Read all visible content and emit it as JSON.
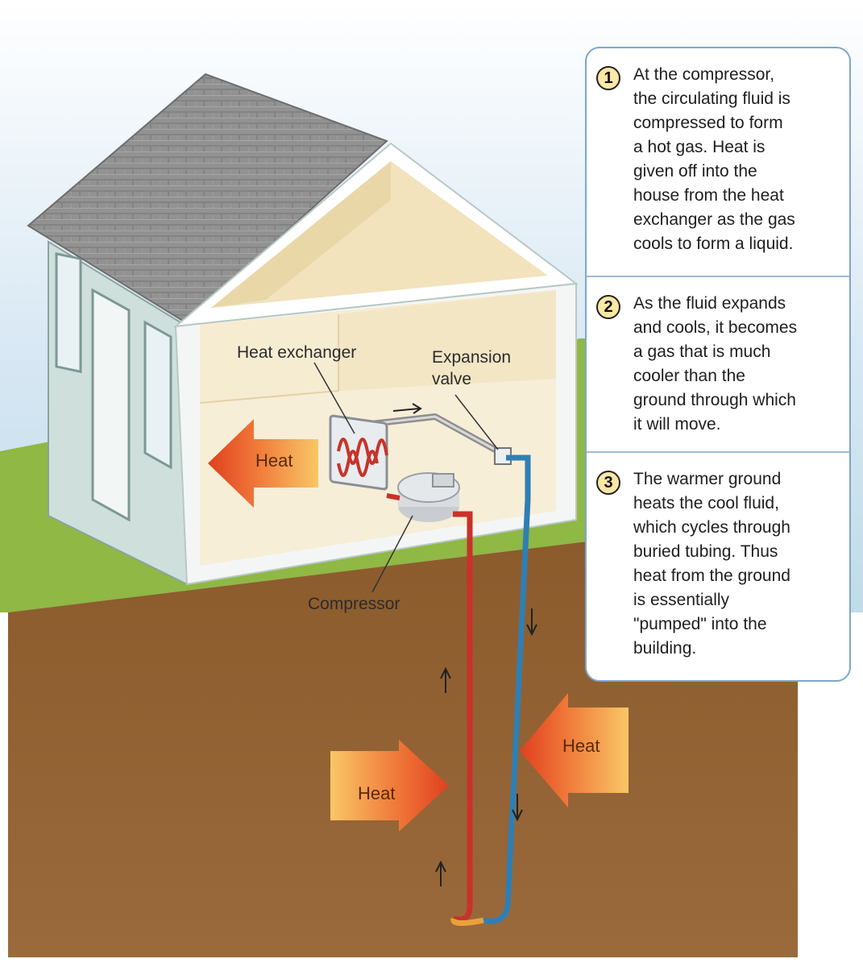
{
  "labels": {
    "heat_exchanger": "Heat exchanger",
    "expansion_valve": [
      "Expansion",
      "valve"
    ],
    "compressor": "Compressor",
    "heat": "Heat"
  },
  "steps": [
    {
      "number": "1",
      "lines": [
        "At the compressor,",
        "the circulating fluid is",
        "compressed to form",
        "a hot gas. Heat is",
        "given off into the",
        "house from the heat",
        "exchanger as the gas",
        "cools to form a liquid."
      ]
    },
    {
      "number": "2",
      "lines": [
        "As the fluid expands",
        "and cools, it becomes",
        "a gas that is much",
        "cooler than the",
        "ground through which",
        "it will move."
      ]
    },
    {
      "number": "3",
      "lines": [
        "The warmer ground",
        "heats the cool fluid,",
        "which cycles through",
        "buried tubing. Thus",
        "heat from the ground",
        "is essentially",
        "\"pumped\" into the",
        "building."
      ]
    }
  ],
  "colors": {
    "sky": "#cfe3f2",
    "grass": "#8fb845",
    "soil": "#8b5a2b",
    "roof": "#8e8e8e",
    "wall": "#cfe0dc",
    "interior": "#f6ecd2",
    "hot_pipe": "#c8322a",
    "cold_pipe": "#2f7fb3",
    "heat_arrow": "#e8502a",
    "panel_border": "#7fa6cc",
    "badge": "#fbe7a6"
  }
}
